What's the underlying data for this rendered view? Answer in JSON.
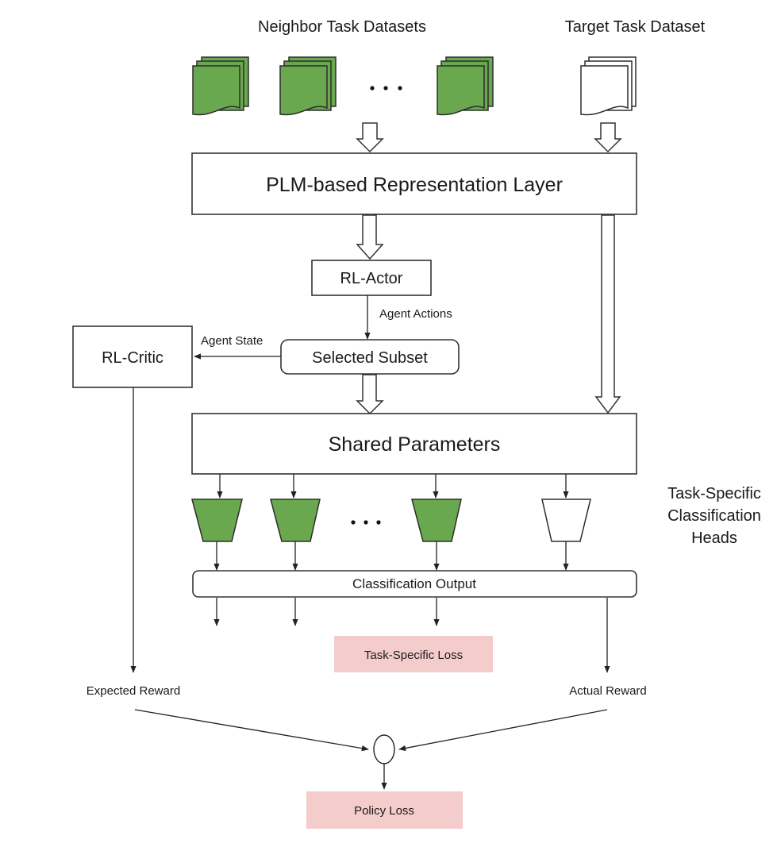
{
  "header": {
    "neighbor_label": "Neighbor Task Datasets",
    "target_label": "Target Task Dataset",
    "ellipsis": "..."
  },
  "nodes": {
    "representation_layer": "PLM-based Representation Layer",
    "rl_actor": "RL-Actor",
    "rl_critic": "RL-Critic",
    "selected_subset": "Selected Subset",
    "shared_parameters": "Shared Parameters",
    "classification_output": "Classification Output",
    "task_specific_loss": "Task-Specific Loss",
    "policy_loss": "Policy Loss"
  },
  "edge_labels": {
    "agent_actions": "Agent Actions",
    "agent_state": "Agent State",
    "expected_reward": "Expected Reward",
    "actual_reward": "Actual Reward"
  },
  "heads_label": [
    "Task-Specific",
    "Classification",
    "Heads"
  ],
  "colors": {
    "neighbor_fill": "#6aa84f",
    "target_fill": "#ffffff",
    "loss_fill": "#f4cccc",
    "stroke": "#333333"
  }
}
